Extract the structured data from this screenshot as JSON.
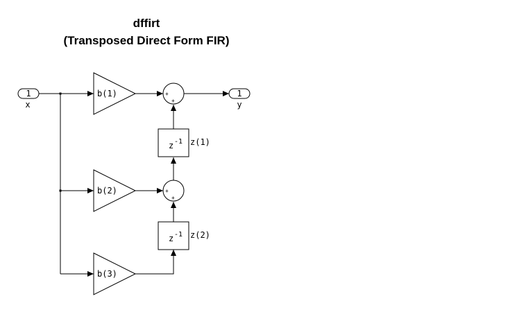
{
  "title": {
    "line1": "dffirt",
    "line2": "(Transposed Direct Form FIR)"
  },
  "ports": {
    "input": {
      "number": "1",
      "name": "x"
    },
    "output": {
      "number": "1",
      "name": "y"
    }
  },
  "gains": [
    "b(1)",
    "b(2)",
    "b(3)"
  ],
  "delays": [
    {
      "base": "z",
      "exponent": "-1",
      "label": "z(1)"
    },
    {
      "base": "z",
      "exponent": "-1",
      "label": "z(2)"
    }
  ],
  "sum_signs": "+"
}
